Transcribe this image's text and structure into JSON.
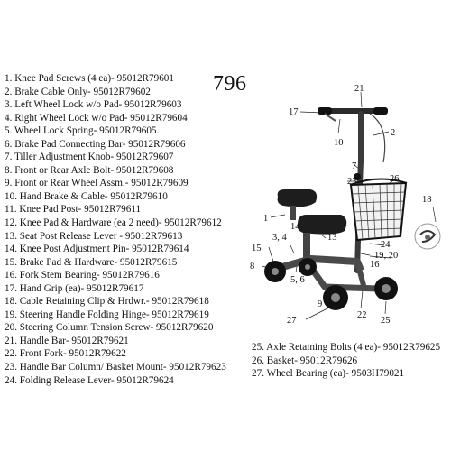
{
  "model_number": "796",
  "parts_left": [
    "1. Knee Pad Screws (4 ea)- 95012R79601",
    "2. Brake Cable Only- 95012R79602",
    "3. Left Wheel Lock w/o Pad- 95012R79603",
    "4. Right Wheel Lock w/o Pad- 95012R79604",
    "5. Wheel Lock Spring- 95012R79605.",
    "6. Brake Pad Connecting Bar- 95012R79606",
    "7. Tiller Adjustment Knob- 95012R79607",
    "8. Front or Rear Axle Bolt- 95012R79608",
    "9. Front or Rear Wheel Assm.- 95012R79609",
    "10. Hand Brake & Cable- 95012R79610",
    "11. Knee Pad Post- 95012R79611",
    "12. Knee Pad & Hardware (ea 2 need)- 95012R79612",
    "13. Seat Post Release Lever - 95012R79613",
    "14. Knee Post Adjustment Pin- 95012R79614",
    "15. Brake Pad & Hardware- 95012R79615",
    "16. Fork Stem Bearing- 95012R79616",
    "17. Hand Grip (ea)- 95012R79617",
    "18. Cable Retaining Clip & Hrdwr.- 95012R79618",
    "19. Steering Handle Folding Hinge- 95012R79619",
    "20. Steering Column Tension Screw- 95012R79620",
    "21. Handle Bar- 95012R79621",
    "22. Front Fork- 95012R79622",
    "23. Handle Bar Column/ Basket Mount- 95012R79623",
    "24. Folding Release Lever- 95012R79624"
  ],
  "parts_right": [
    "25. Axle Retaining Bolts (4 ea)- 95012R79625",
    "26. Basket- 95012R79626",
    "27. Wheel Bearing (ea)- 9503H79021"
  ],
  "callouts": {
    "c1": "1",
    "c2": "2",
    "c3_4": "3, 4",
    "c5_6": "5, 6",
    "c7": "7",
    "c8": "8",
    "c9": "9",
    "c10": "10",
    "c13": "13",
    "c14": "14",
    "c15": "15",
    "c16": "16",
    "c17": "17",
    "c18": "18",
    "c19_20": "19, 20",
    "c21": "21",
    "c22": "22",
    "c23": "23",
    "c24": "24",
    "c25": "25",
    "c26": "26",
    "c27": "27"
  }
}
